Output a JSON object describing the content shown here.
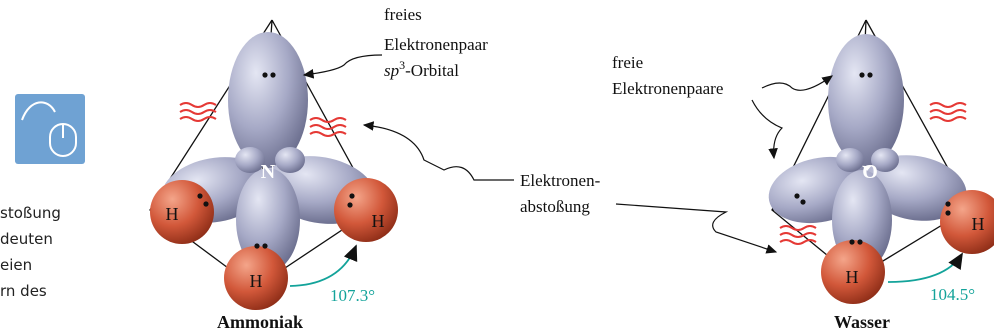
{
  "side_note": {
    "lines": [
      "stoßung",
      "deuten",
      "eien",
      "rn des"
    ],
    "icon": "mouse-icon"
  },
  "ammonia": {
    "title": "Ammoniak",
    "central_atom": "N",
    "atoms": [
      "H",
      "H",
      "H"
    ],
    "angle": "107.3°",
    "annotation_lines": [
      "freies",
      "Elektronenpaar"
    ],
    "orbital_sup": "3",
    "orbital_prefix": "sp",
    "orbital_suffix": "-Orbital"
  },
  "water": {
    "title": "Wasser",
    "central_atom": "O",
    "atoms": [
      "H",
      "H"
    ],
    "angle": "104.5°",
    "annotation_lines": [
      "freie",
      "Elektronenpaare"
    ]
  },
  "repulsion_label": [
    "Elektronen-",
    "abstoßung"
  ],
  "colors": {
    "orbital": "#a6a9c6",
    "hydrogen": "#d2583a",
    "repulsion": "#e53935",
    "angle": "#13a39a",
    "icon_bg": "#6fa2d3"
  }
}
